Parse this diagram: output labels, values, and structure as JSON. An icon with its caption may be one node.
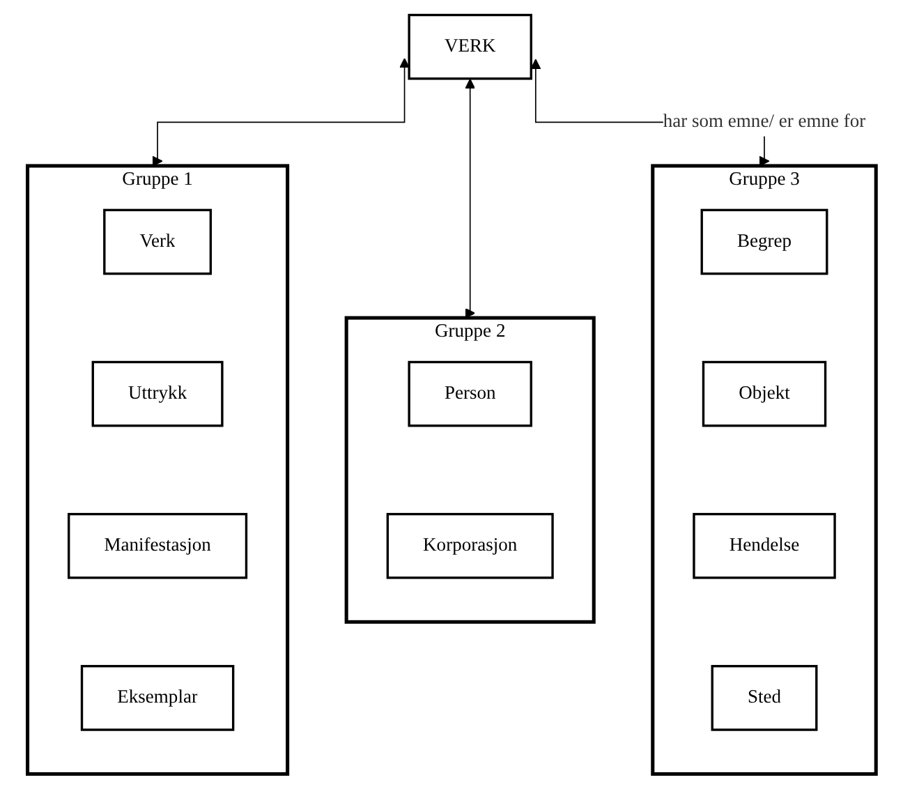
{
  "diagram": {
    "nodes": [
      {
        "text": [
          "VERK"
        ]
      },
      {
        "text": [
          "Gruppe 1"
        ]
      },
      {
        "text": [
          "Verk"
        ],
        "in": 1
      },
      {
        "text": [
          "Uttrykk"
        ],
        "in": 1
      },
      {
        "text": [
          "Manifestasjon"
        ],
        "in": 1
      },
      {
        "text": [
          "Eksemplar"
        ],
        "in": 1
      },
      {
        "text": [
          "Gruppe 2"
        ]
      },
      {
        "text": [
          "Person"
        ],
        "in": 6
      },
      {
        "text": [
          "Korporasjon"
        ],
        "in": 6
      },
      {
        "text": [
          "Gruppe 3"
        ]
      },
      {
        "text": [
          "Begrep"
        ],
        "in": 9
      },
      {
        "text": [
          "Objekt"
        ],
        "in": 9
      },
      {
        "text": [
          "Hendelse"
        ],
        "in": 9
      },
      {
        "text": [
          "Sted"
        ],
        "in": 9
      }
    ],
    "edges": [
      {
        "from": 0,
        "to": 1,
        "arrow": "both"
      },
      {
        "from": 0,
        "to": 6,
        "arrow": "both"
      },
      {
        "from": 0,
        "to": 9,
        "arrow": "both",
        "label": "har som emne/ er emne for"
      }
    ]
  }
}
